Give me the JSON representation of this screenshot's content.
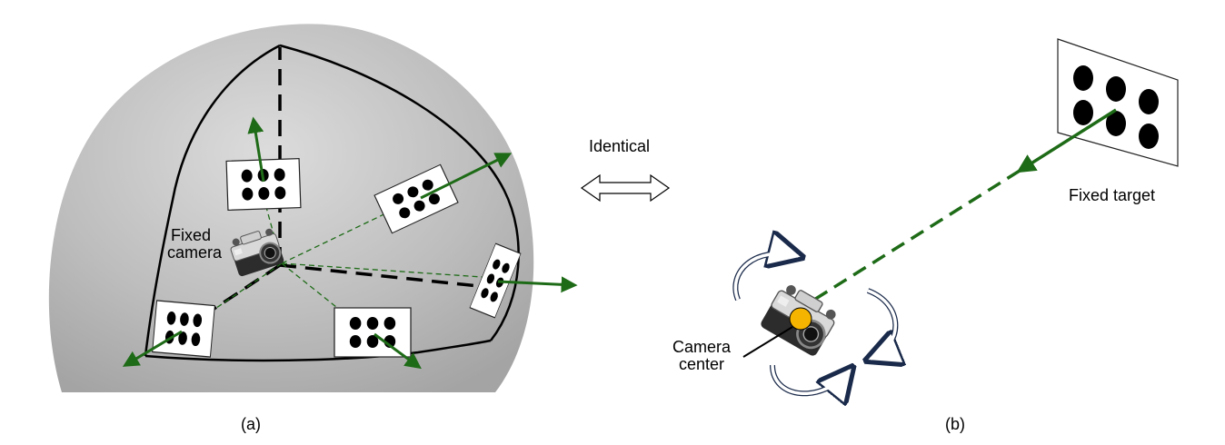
{
  "panel_a": {
    "caption": "(a)",
    "camera_label_line1": "Fixed",
    "camera_label_line2": "camera"
  },
  "middle": {
    "relation_label": "Identical"
  },
  "panel_b": {
    "caption": "(b)",
    "target_label": "Fixed target",
    "center_label_line1": "Camera",
    "center_label_line2": "center"
  },
  "colors": {
    "dome": "#b6b6b6",
    "arrow_green": "#1e6b17",
    "camera_center": "#f5b400",
    "rotation_arrow": "#1a2a4a"
  },
  "icons": [
    "camera-icon",
    "target-board-icon",
    "double-arrow-icon",
    "rotation-arrow-icon"
  ]
}
